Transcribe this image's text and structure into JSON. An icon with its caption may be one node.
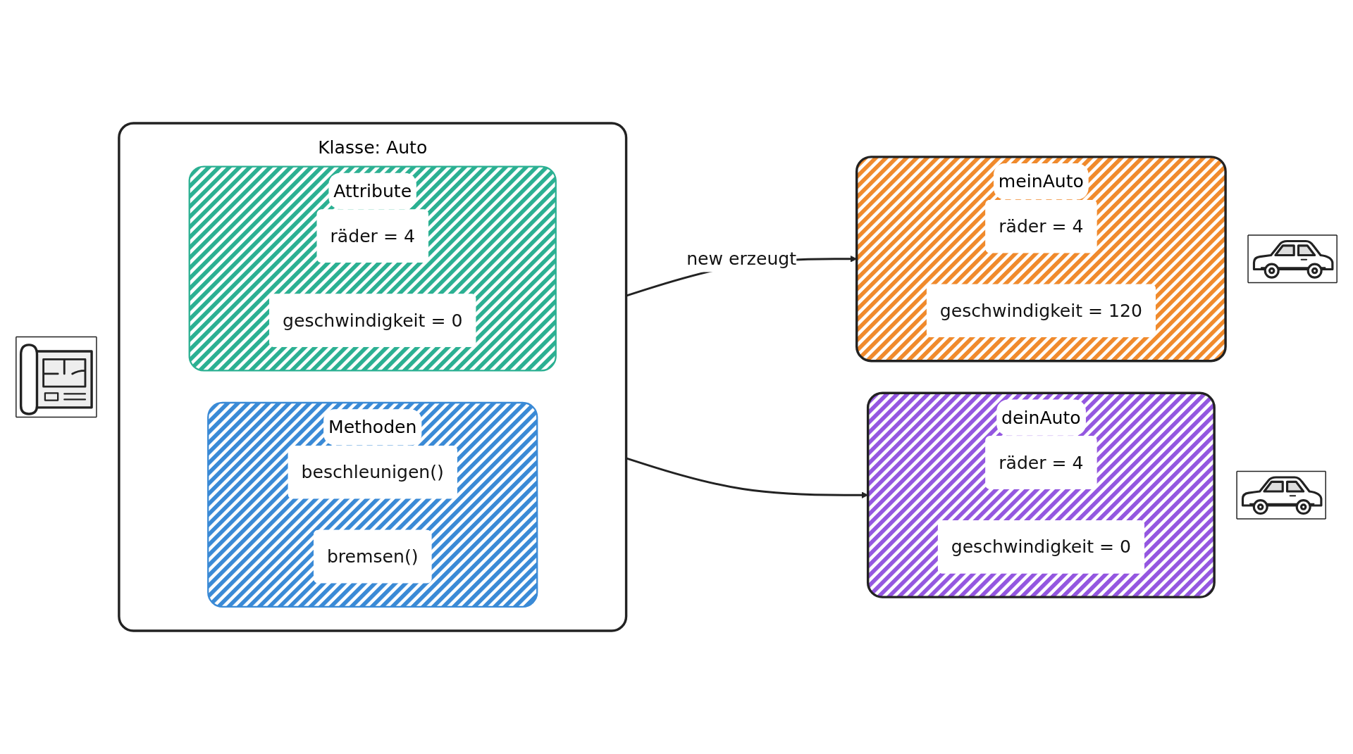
{
  "diagram": {
    "nodes": [
      {
        "text": [],
        "shape": "picture"
      },
      {
        "text": [
          "Klasse: Auto"
        ]
      },
      {
        "text": [
          "Attribute"
        ],
        "in": 1
      },
      {
        "text": [
          "räder = 4"
        ],
        "in": 2
      },
      {
        "text": [
          "geschwindigkeit = 0"
        ],
        "in": 2
      },
      {
        "text": [
          "Methoden"
        ],
        "in": 1
      },
      {
        "text": [
          "beschleunigen()"
        ],
        "in": 5
      },
      {
        "text": [
          "bremsen()"
        ],
        "in": 5
      },
      {
        "text": [
          "meinAuto"
        ]
      },
      {
        "text": [
          "räder = 4"
        ],
        "in": 8
      },
      {
        "text": [
          "geschwindigkeit = 120"
        ],
        "in": 8
      },
      {
        "text": [],
        "shape": "picture"
      },
      {
        "text": [
          "deinAuto"
        ]
      },
      {
        "text": [
          "räder = 4"
        ],
        "in": 12
      },
      {
        "text": [
          "geschwindigkeit = 0"
        ],
        "in": 12
      },
      {
        "text": [],
        "shape": "picture"
      }
    ],
    "edges": [
      {
        "from": 1,
        "to": 8,
        "arrow": "to",
        "label": "new erzeugt"
      },
      {
        "from": 1,
        "to": 12,
        "arrow": "to"
      }
    ]
  }
}
